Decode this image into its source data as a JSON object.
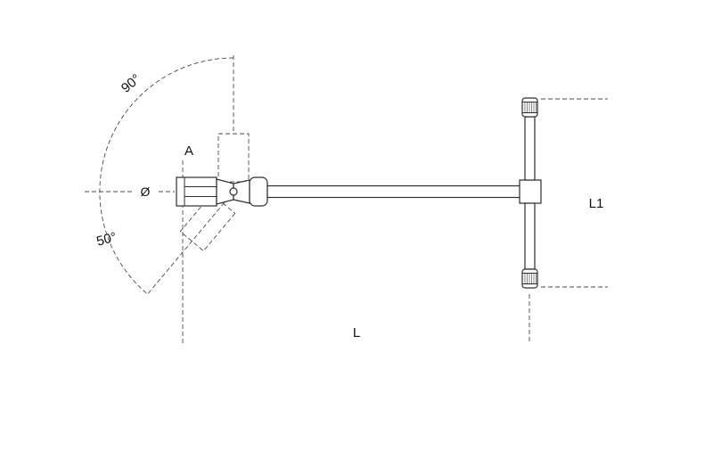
{
  "drawing": {
    "description": "technical-line-drawing-of-t-handle-swivel-socket-wrench",
    "labels": {
      "angle_90": "90°",
      "angle_50": "50°",
      "dim_a": "A",
      "dim_dia": "Ø",
      "dim_l": "L",
      "dim_l1": "L1"
    },
    "colors": {
      "line": "#2d2d2d",
      "construction": "#4a4a4a",
      "background": "#ffffff"
    }
  }
}
